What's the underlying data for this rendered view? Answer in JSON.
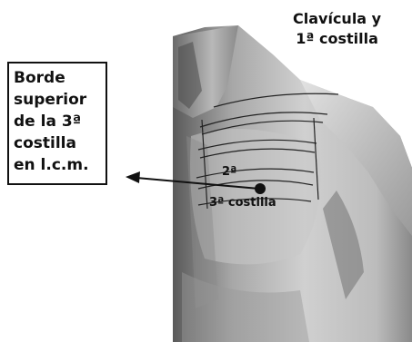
{
  "box_label": {
    "lines": [
      "Borde",
      "superior",
      "de la 3ª",
      "costilla",
      "en l.c.m."
    ]
  },
  "top_label": {
    "lines": [
      "Clavícula y",
      "1ª costilla"
    ]
  },
  "rib2_label": "2ª",
  "rib3_label": "3ª costilla",
  "colors": {
    "background": "#ffffff",
    "skin_light": "#d9d9d9",
    "skin_mid": "#a8a8a8",
    "skin_dark": "#5a5a5a",
    "rib_line": "#222222",
    "text": "#111111"
  }
}
